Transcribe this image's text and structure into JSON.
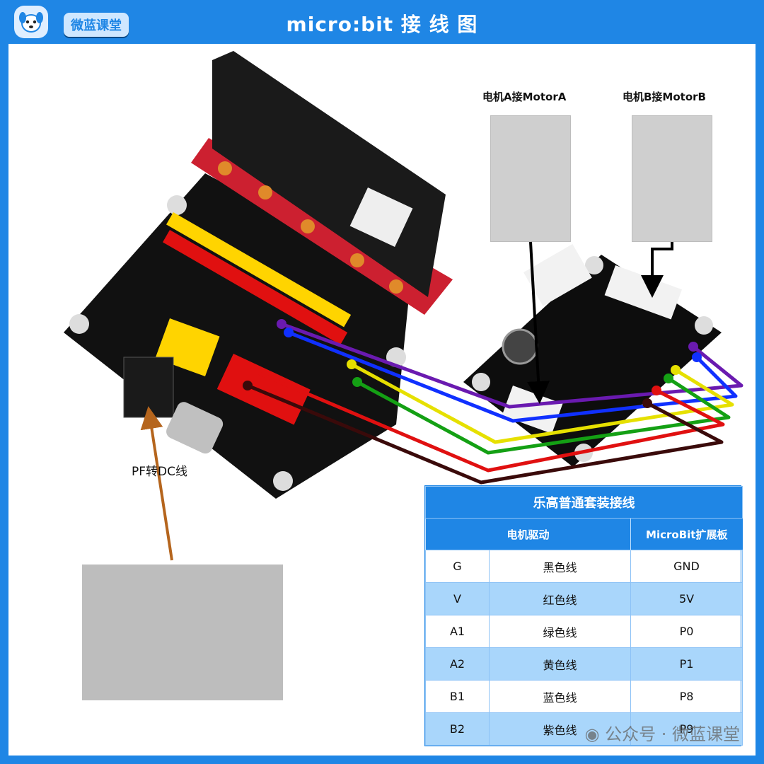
{
  "header": {
    "title": "micro:bit 接 线 图",
    "brand": "微蓝课堂"
  },
  "labels": {
    "motor_a": "电机A接MotorA",
    "motor_b": "电机B接MotorB",
    "power_cable": "PF转DC线"
  },
  "table": {
    "title": "乐高普通套装接线",
    "headers": [
      "电机驱动",
      "MicroBit扩展板"
    ],
    "rows": [
      {
        "pin": "G",
        "wire": "黑色线",
        "board": "GND"
      },
      {
        "pin": "V",
        "wire": "红色线",
        "board": "5V"
      },
      {
        "pin": "A1",
        "wire": "绿色线",
        "board": "P0"
      },
      {
        "pin": "A2",
        "wire": "黄色线",
        "board": "P1"
      },
      {
        "pin": "B1",
        "wire": "蓝色线",
        "board": "P8"
      },
      {
        "pin": "B2",
        "wire": "紫色线",
        "board": "P9"
      }
    ]
  },
  "watermark": "公众号 · 微蓝课堂",
  "colors": {
    "accent": "#1f86e5",
    "wire_black": "#3a0a0a",
    "wire_red": "#e01010",
    "wire_green": "#14a014",
    "wire_yellow": "#e6e000",
    "wire_blue": "#1030ff",
    "wire_purple": "#6a1ab0",
    "arrow_orange": "#b5651d"
  },
  "icons": [
    "dog-logo-icon",
    "wechat-icon"
  ]
}
